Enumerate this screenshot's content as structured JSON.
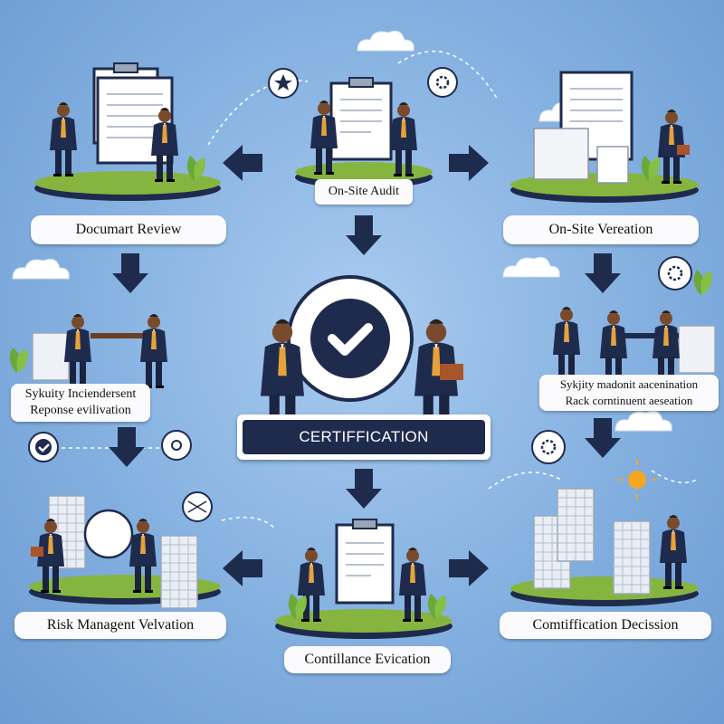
{
  "nodes": {
    "document_review": "Documart Review",
    "onsite_audit": "On-Site Audit",
    "onsite_verification": "On-Site Vereation",
    "security_incident": [
      "Sykuity Inciendersent",
      "Reponse evilivation"
    ],
    "certification": "CERTIFFICATION",
    "risk_continuement": [
      "Sykjity madonit aacenination",
      "Rack corntinuent aeseation"
    ],
    "risk_management": "Risk Managent Velvation",
    "compliance_evication": "Contillance Evication",
    "certification_decision": "Comtiffication Decission"
  },
  "colors": {
    "background": "#84b0e0",
    "arrow": "#1f2b4d",
    "grass": "#86b53f",
    "platform": "#1f2b4d",
    "suit": "#1f2b4d",
    "tie": "#e6a23a",
    "skin": "#7a4a2c"
  },
  "icons": [
    "star-icon",
    "gear-icon",
    "check-icon",
    "clock-icon",
    "sun-icon",
    "cloud-icon",
    "leaf-icon"
  ]
}
